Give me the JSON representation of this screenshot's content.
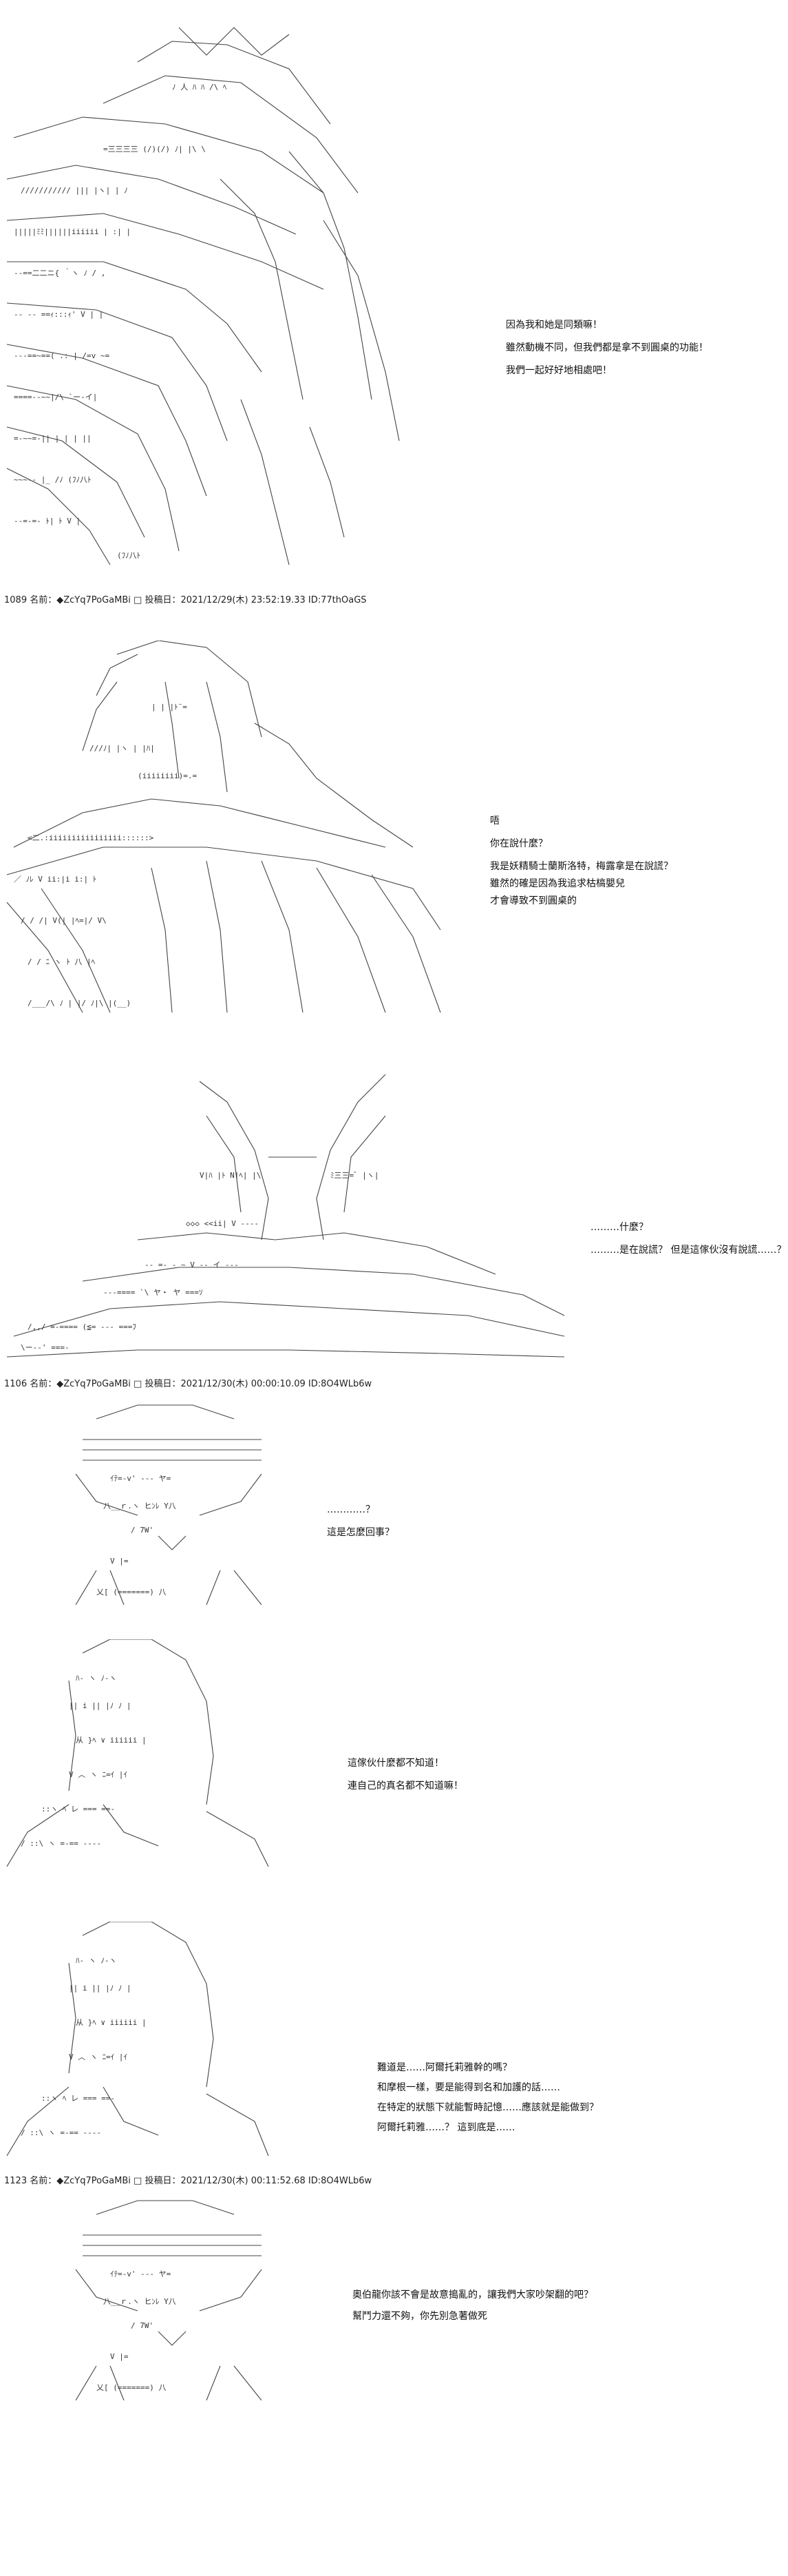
{
  "headers": [
    {
      "no": "1089",
      "label": "名前：",
      "trip": "◆ZcYq7PoGaMBi",
      "box": "□",
      "date_label": "投稿日：",
      "date": "2021/12/29(木) 23:52:19.33",
      "id": "ID:77thOaGS"
    },
    {
      "no": "1106",
      "label": "名前：",
      "trip": "◆ZcYq7PoGaMBi",
      "box": "□",
      "date_label": "投稿日：",
      "date": "2021/12/30(木) 00:00:10.09",
      "id": "ID:8O4WLb6w"
    },
    {
      "no": "1123",
      "label": "名前：",
      "trip": "◆ZcYq7PoGaMBi",
      "box": "□",
      "date_label": "投稿日：",
      "date": "2021/12/30(木) 00:11:52.68",
      "id": "ID:8O4WLb6w"
    }
  ],
  "panels": [
    {
      "lines": [
        "因為我和她是同類嘛！",
        "雖然動機不同，但我們都是拿不到圓桌的功能！",
        "我們一起好好地相處吧！"
      ]
    },
    {
      "lines": [
        "唔",
        "你在說什麼？",
        "我是妖精騎士蘭斯洛特，梅露拿是在說謊？",
        "雖然的確是因為我追求枯槁嬰兒",
        "才會導致不到圓桌的"
      ]
    },
    {
      "lines": [
        "………什麼？",
        "………是在說謊？ 但是這傢伙沒有說謊……？"
      ]
    },
    {
      "lines": [
        "…………？",
        "這是怎麼回事？"
      ]
    },
    {
      "lines": [
        "這傢伙什麼都不知道！",
        "連自己的真名都不知道嘛！"
      ]
    },
    {
      "lines": [
        "難道是……阿爾托莉雅幹的嗎？",
        "和摩根一樣，要是能得到名和加護的話……",
        "在特定的狀態下就能暫時記憶……應該就是能做到？",
        "阿爾托莉雅……？ 這到底是……"
      ]
    },
    {
      "lines": [
        "奧伯龍你該不會是故意搗亂的，讓我們大家吵架翻的吧？",
        "幫鬥力還不夠，你先別急著做死"
      ]
    }
  ]
}
